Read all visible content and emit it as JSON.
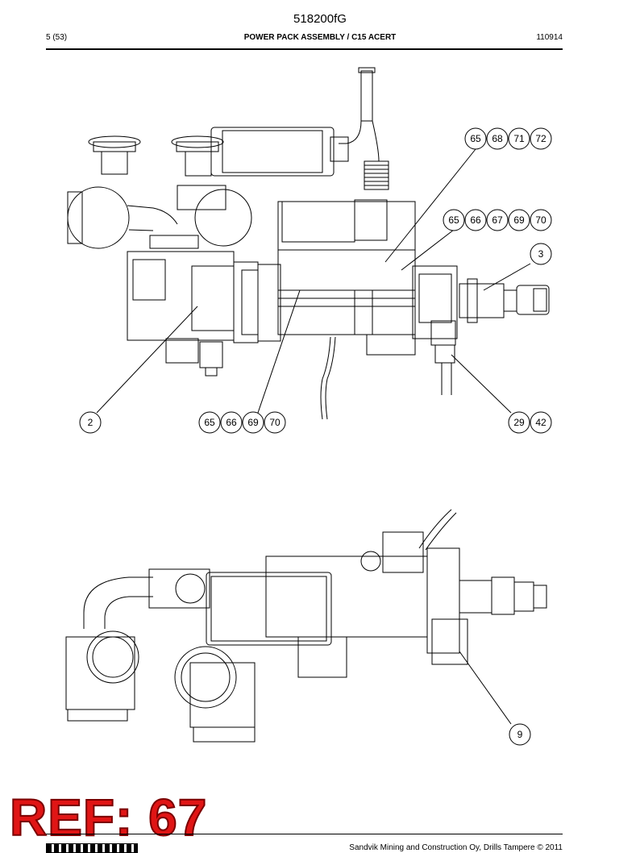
{
  "header": {
    "doc_id": "518200fG",
    "page": "5 (53)",
    "title": "POWER PACK ASSEMBLY / C15 ACERT",
    "code": "110914"
  },
  "callouts_top": {
    "c65a": "65",
    "c68": "68",
    "c71": "71",
    "c72": "72",
    "c65b": "65",
    "c66a": "66",
    "c67": "67",
    "c69a": "69",
    "c70a": "70",
    "c3": "3",
    "c2": "2",
    "c65c": "65",
    "c66b": "66",
    "c69b": "69",
    "c70b": "70",
    "c29": "29",
    "c42": "42"
  },
  "callouts_bottom": {
    "c9": "9"
  },
  "stamp": "REF: 67",
  "footer": {
    "copyright": "Sandvik Mining and Construction Oy, Drills Tampere © 2011"
  }
}
